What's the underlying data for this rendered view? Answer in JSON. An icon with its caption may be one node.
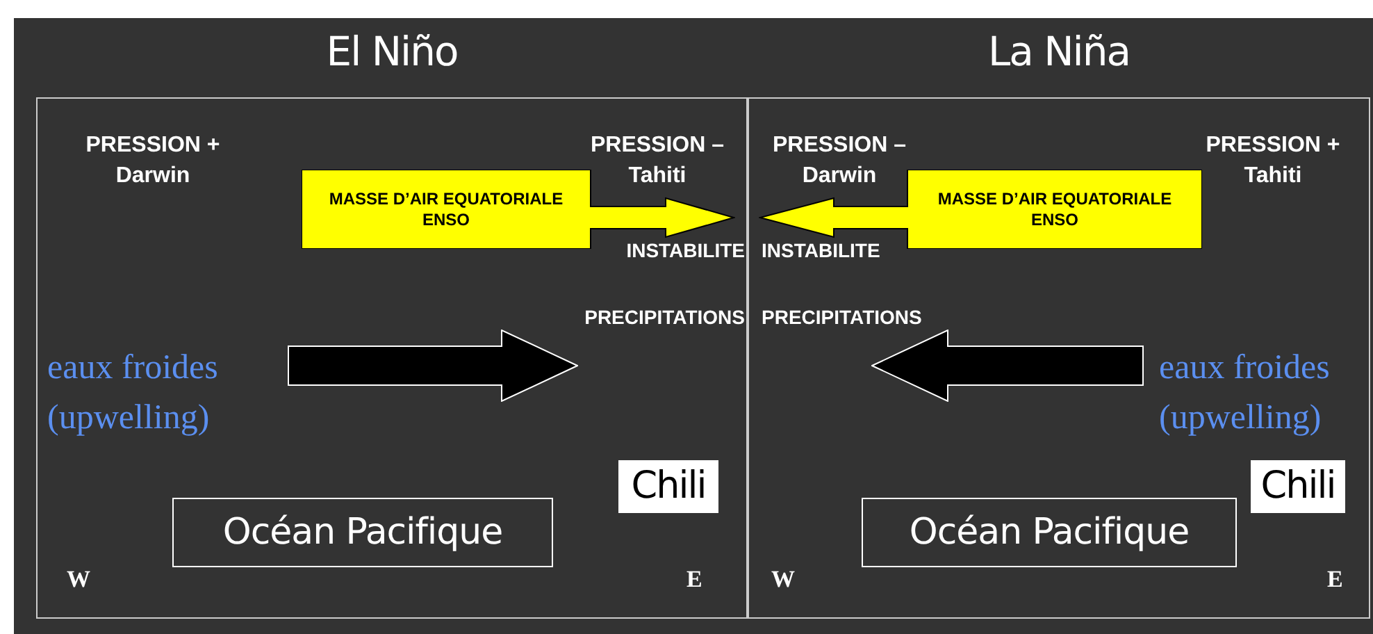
{
  "diagram": {
    "nodes": [
      {
        "text": [
          "El Niño"
        ]
      },
      {
        "text": [
          "MASSE D’AIR EQUATORIALE ENSO"
        ],
        "in": 0
      },
      {
        "text": [],
        "shape": "arrow",
        "in": 0
      },
      {
        "text": [
          "Chili"
        ],
        "in": 0
      },
      {
        "text": [
          "Océan Pacifique"
        ],
        "in": 0
      },
      {
        "text": [
          "La Niña"
        ]
      },
      {
        "text": [
          "MASSE D’AIR EQUATORIALE ENSO"
        ],
        "in": 5
      },
      {
        "text": [],
        "shape": "arrow",
        "in": 5
      },
      {
        "text": [
          "Chili"
        ],
        "in": 5
      },
      {
        "text": [
          "Océan Pacifique"
        ],
        "in": 5
      }
    ],
    "labels": [
      "PRESSION + Darwin",
      "PRESSION – Tahiti",
      "PRESSION – Darwin",
      "PRESSION + Tahiti",
      "INSTABILITE",
      "INSTABILITE",
      "PRECIPITATIONS",
      "PRECIPITATIONS",
      "eaux froides (upwelling)",
      "eaux froides (upwelling)",
      "W",
      "E",
      "W",
      "E"
    ]
  }
}
